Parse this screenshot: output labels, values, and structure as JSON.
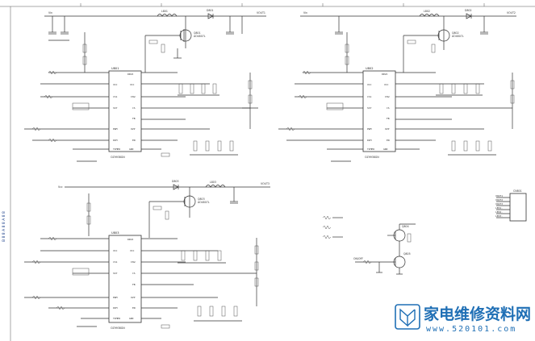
{
  "watermark": {
    "name": "家电维修资料网",
    "url": "www.520101.com"
  },
  "side_text": "B 8 8 A 8 8 A 8 8",
  "blocks": [
    {
      "id": "top-left",
      "ic_ref": "U801",
      "ic_part": "OZ9938GN",
      "mosfet": "Q801",
      "mosfet_part": "AO4807L",
      "inductor": "L801",
      "diode": "D801",
      "out_net": "VOUT1",
      "in_net": "Vin",
      "pins_left": [
        "VCC",
        "CS1",
        "SST",
        "PWM",
        "DIM",
        "TIMER"
      ],
      "pins_right": [
        "DRV2",
        "VCC",
        "ISW",
        "CS",
        "FB",
        "OVP",
        "EN",
        "GND"
      ]
    },
    {
      "id": "top-right",
      "ic_ref": "U802",
      "ic_part": "OZ9938GN",
      "mosfet": "Q802",
      "mosfet_part": "AO4807L",
      "inductor": "L802",
      "diode": "D802",
      "out_net": "VOUT2",
      "in_net": "Vin",
      "pins_left": [
        "VCC",
        "CS1",
        "SST",
        "PWM",
        "DIM",
        "TIMER"
      ],
      "pins_right": [
        "DRV2",
        "VCC",
        "ISW",
        "CS",
        "FB",
        "OVP",
        "EN",
        "GND"
      ]
    },
    {
      "id": "bottom-left",
      "ic_ref": "U803",
      "ic_part": "OZ9938GN",
      "mosfet": "Q803",
      "mosfet_part": "AO4807L",
      "inductor": "L803",
      "diode": "D803",
      "out_net": "VOUT3",
      "in_net": "Vcc",
      "pins_left": [
        "VCC",
        "CS1",
        "SST",
        "PWM",
        "DIM",
        "TIMER"
      ],
      "pins_right": [
        "DRV2",
        "VCC",
        "ISW",
        "CS",
        "FB",
        "OVP",
        "EN",
        "GND"
      ]
    }
  ],
  "connector": {
    "ref": "CN801",
    "pins": [
      "VOUT1",
      "VOUT2",
      "VOUT3",
      "LED1-",
      "LED2-",
      "LED3-"
    ]
  },
  "transistor_block": {
    "q1": "Q804",
    "q2": "Q805",
    "input": "ON/OFF"
  }
}
